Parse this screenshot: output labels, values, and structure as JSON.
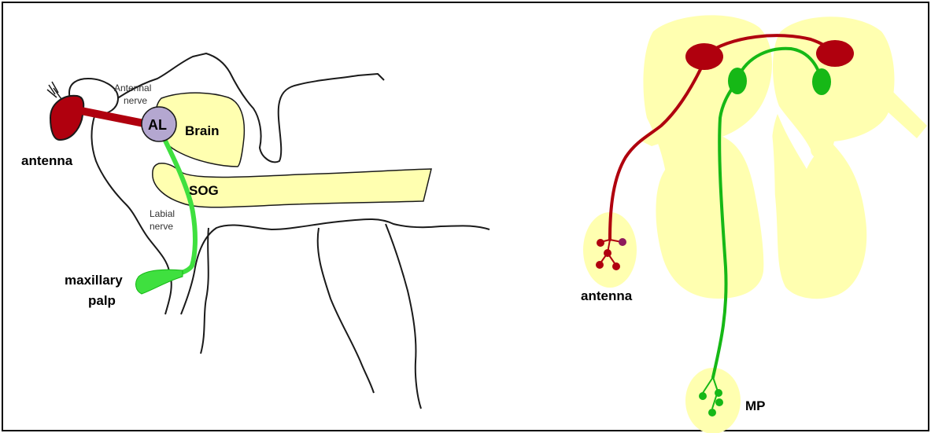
{
  "left_panel": {
    "labels": {
      "antennal_nerve_1": "Antennal",
      "antennal_nerve_2": "nerve",
      "al": "AL",
      "brain": "Brain",
      "sog": "SOG",
      "antenna": "antenna",
      "labial_nerve_1": "Labial",
      "labial_nerve_2": "nerve",
      "maxillary_palp_1": "maxillary",
      "maxillary_palp_2": "palp"
    }
  },
  "right_panel": {
    "labels": {
      "antenna": "antenna",
      "mp": "MP"
    }
  },
  "colors": {
    "antenna_pathway": "#b0000e",
    "palp_pathway": "#16b816",
    "palp_pathway_light": "#3fe03f",
    "brain_fill": "#ffffb0",
    "al_fill": "#b4a7d0",
    "outline": "#1a1a1a"
  }
}
